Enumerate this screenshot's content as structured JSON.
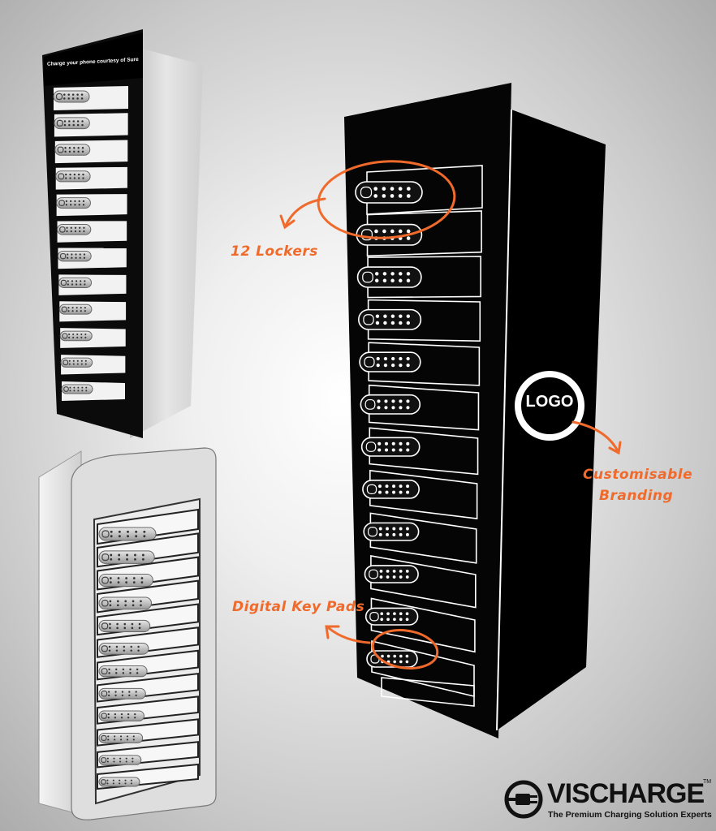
{
  "sign_text": "Charge your phone courtesy of Sure",
  "annotations": {
    "lockers": "12 Lockers",
    "branding_line1": "Customisable",
    "branding_line2": "Branding",
    "keypads": "Digital Key Pads"
  },
  "side_logo": "LOGO",
  "brand": {
    "name": "VISCHARGE",
    "trademark": "TM",
    "tagline": "The Premium Charging Solution Experts"
  },
  "colors": {
    "accent": "#ef6a2b",
    "cabinet_black": "#050505",
    "cabinet_silver": "#d9d9d9"
  },
  "locker_count": 12
}
